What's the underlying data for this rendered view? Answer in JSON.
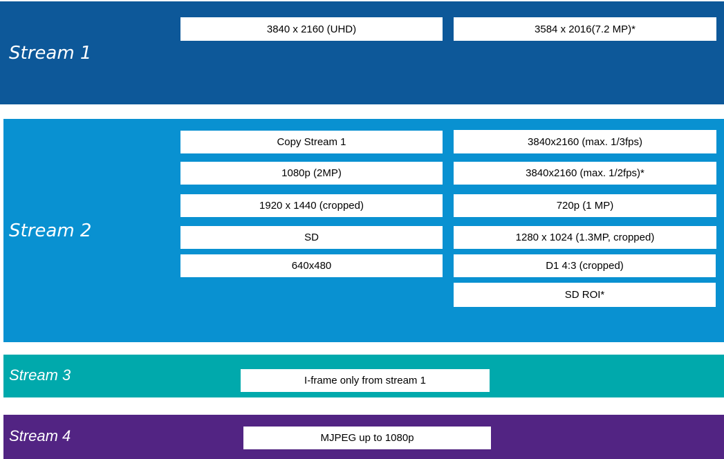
{
  "streams": [
    {
      "label": "Stream 1",
      "band_color": "#0d5899",
      "left_boxes": [
        "3840 x 2160 (UHD)"
      ],
      "right_boxes": [
        "3584 x 2016(7.2 MP)*"
      ]
    },
    {
      "label": "Stream 2",
      "band_color": "#0991d1",
      "left_boxes": [
        "Copy Stream 1",
        "1080p (2MP)",
        "1920 x 1440 (cropped)",
        "SD",
        "640x480"
      ],
      "right_boxes": [
        "3840x2160 (max. 1/3fps)",
        "3840x2160 (max. 1/2fps)*",
        "720p (1 MP)",
        "1280 x 1024 (1.3MP, cropped)",
        "D1 4:3 (cropped)",
        "SD ROI*"
      ]
    },
    {
      "label": "Stream 3",
      "band_color": "#00a9ac",
      "center_boxes": [
        "I-frame only from stream 1"
      ]
    },
    {
      "label": "Stream 4",
      "band_color": "#522483",
      "center_boxes": [
        "MJPEG up to 1080p"
      ]
    }
  ],
  "colors": {
    "box_background": "#ffffff",
    "box_text": "#000000",
    "label_text": "#ffffff",
    "page_background": "#ffffff"
  }
}
